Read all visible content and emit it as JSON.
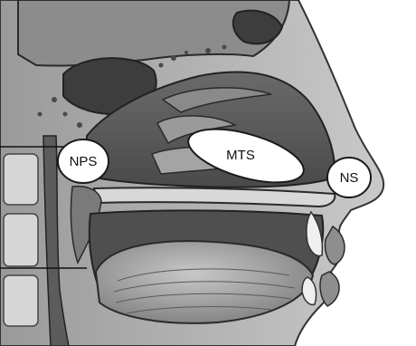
{
  "labels": {
    "nps": "NPS",
    "mts": "MTS",
    "ns": "NS"
  },
  "colors": {
    "background": "#ffffff",
    "tissue_dark": "#3a3a3a",
    "tissue_mid": "#7d7d7d",
    "tissue_light": "#b9b9b9",
    "label_fill": "#ffffff",
    "label_stroke": "#1a1a1a"
  }
}
